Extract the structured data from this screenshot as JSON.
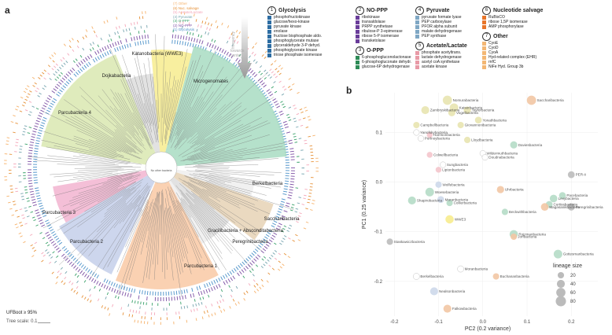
{
  "panel_a": {
    "letter": "a",
    "ring_labels": [
      "(7) Other",
      "(6) Nuc. salvage",
      "(5) Acetate/Lactate",
      "(4) Pyruvate",
      "(3) O-PPP",
      "(2) NO-PPP",
      "(1) Glycolysis"
    ],
    "ring_colors": [
      "#f6b26b",
      "#e69138",
      "#f4a7b9",
      "#76a5af",
      "#38a169",
      "#7b4ea3",
      "#4a90c8"
    ],
    "gradient": {
      "top": "frequency",
      "bottom": "towards center"
    },
    "center_label": "No other bacteria",
    "clades": [
      {
        "name": "Katanobacteria (WWE3)",
        "color": "#f7ec8e"
      },
      {
        "name": "Microgenomates",
        "color": "#a8dcc2"
      },
      {
        "name": "Dojkabacteria",
        "color": "#dddddd"
      },
      {
        "name": "Parcubacteria 4",
        "color": "#d9e8b0"
      },
      {
        "name": "Berkelbacteria",
        "color": "#eeeeee"
      },
      {
        "name": "Saccharibacteria",
        "color": "#e6d2b5"
      },
      {
        "name": "Parcubacteria 3",
        "color": "#f2b4d0"
      },
      {
        "name": "Parcubacteria 2",
        "color": "#c4cfea"
      },
      {
        "name": "Gracilibacteria + Absconditabacteria",
        "color": "#dddddd"
      },
      {
        "name": "Peregrinibacteria",
        "color": "#eeeeee"
      },
      {
        "name": "Parcubacteria 1",
        "color": "#f9c9a5"
      }
    ],
    "ufboot_label": "UFBoot ≥ 95%",
    "scale_label": "Tree scale: 0.1"
  },
  "legend": {
    "groups": [
      {
        "num": "1",
        "title": "Glycolysis",
        "color": "#2d6da3",
        "items": [
          "phosphofructokinase",
          "glucose/hexo-kinase",
          "pyruvate kinase",
          "enolase",
          "fructose bisphosphate aldo.",
          "phosphoglycerate mutase",
          "glyceraldehyde 3-P dehyd.",
          "phosphoglycerate kinase",
          "triose phosphate isomerase"
        ]
      },
      {
        "num": "2",
        "title": "NO-PPP",
        "color": "#6a3d9a",
        "items": [
          "ribokinase",
          "transaldolase",
          "PRPP synthetase",
          "ribulose-P 3-epimerase",
          "ribose 5-P isomerase",
          "transketolase"
        ]
      },
      {
        "num": "3",
        "title": "O-PPP",
        "color": "#2e8b57",
        "items": [
          "6-phosphogluconolactonase",
          "6-phosphogluconate dehydr.",
          "glucose-6P dehydrogenase"
        ]
      },
      {
        "num": "4",
        "title": "Pyruvate",
        "color": "#7fa7c4",
        "items": [
          "pyruvate formate lyase",
          "PEP carboxylase",
          "PFOR alpha subunit",
          "malate dehydrogenase",
          "PEP synthase"
        ]
      },
      {
        "num": "5",
        "title": "Acetate/Lactate",
        "color": "#e89aa6",
        "items": [
          "phosphate acetyltrans.",
          "lactate dehydrogenase",
          "acetyl coA synthetase",
          "acetate kinase"
        ]
      },
      {
        "num": "6",
        "title": "Nucleotide salvage",
        "color": "#e8752a",
        "items": [
          "RuBisCO",
          "ribose 1,5P isomerase",
          "AMP phosphorylase"
        ]
      },
      {
        "num": "7",
        "title": "Other",
        "color": "#f3b774",
        "items": [
          "CyoE",
          "CyoD",
          "CyoA",
          "Hyd-related complex (EHR)",
          "rnfC",
          "NiFe Hyd. Group 3b"
        ]
      }
    ]
  },
  "panel_b": {
    "letter": "b",
    "chart_data": {
      "type": "scatter",
      "title": "",
      "xlabel": "PC2 (0.2 variance)",
      "ylabel": "PC1 (0.25 variance)",
      "xlim": [
        -0.22,
        0.26
      ],
      "ylim": [
        -0.27,
        0.18
      ],
      "xticks": [
        -0.2,
        -0.1,
        0.0,
        0.1,
        0.2
      ],
      "yticks": [
        0.1,
        0.0,
        -0.1,
        -0.2
      ],
      "size_legend_title": "lineage size",
      "size_legend_values": [
        20,
        40,
        60,
        80
      ],
      "points": [
        {
          "name": "Nomurabacteria",
          "x": -0.08,
          "y": 0.165,
          "size": 60,
          "color": "#e8e4b0"
        },
        {
          "name": "Zambryskibacteria",
          "x": -0.13,
          "y": 0.145,
          "size": 40,
          "color": "#e8e4b0"
        },
        {
          "name": "Kaiserbacteria",
          "x": -0.065,
          "y": 0.15,
          "size": 50,
          "color": "#e8e4b0"
        },
        {
          "name": "Vogelbacteria",
          "x": -0.07,
          "y": 0.14,
          "size": 30,
          "color": "#e8e4b0"
        },
        {
          "name": "Taylorbacteria",
          "x": -0.035,
          "y": 0.145,
          "size": 30,
          "color": "#e8e4b0"
        },
        {
          "name": "Saccharibacteria",
          "x": 0.11,
          "y": 0.165,
          "size": 60,
          "color": "#f2c6a4"
        },
        {
          "name": "Yonathbacteria",
          "x": -0.01,
          "y": 0.125,
          "size": 25,
          "color": "#e8e4b0"
        },
        {
          "name": "Campbellbacteria",
          "x": -0.15,
          "y": 0.115,
          "size": 20,
          "color": "#e8e4b0"
        },
        {
          "name": "Giovannonibacteria",
          "x": -0.05,
          "y": 0.115,
          "size": 20,
          "color": "#e8e4b0"
        },
        {
          "name": "Yanofskybacteria",
          "x": -0.15,
          "y": 0.1,
          "size": 15,
          "color": "#ffffff"
        },
        {
          "name": "Harrisonbacteria",
          "x": -0.12,
          "y": 0.095,
          "size": 15,
          "color": "#f4c5cc"
        },
        {
          "name": "Portnoybacteria",
          "x": -0.14,
          "y": 0.088,
          "size": 15,
          "color": "#ffffff"
        },
        {
          "name": "Lloydbacteria",
          "x": -0.035,
          "y": 0.085,
          "size": 20,
          "color": "#e8e4b0"
        },
        {
          "name": "Daviesbacteria",
          "x": 0.07,
          "y": 0.075,
          "size": 30,
          "color": "#b5dcc6"
        },
        {
          "name": "Wildermuthbacteria",
          "x": 0.0,
          "y": 0.058,
          "size": 15,
          "color": "#ffffff"
        },
        {
          "name": "Colwellbacteria",
          "x": -0.12,
          "y": 0.055,
          "size": 15,
          "color": "#f4c5cc"
        },
        {
          "name": "Doudnabacteria",
          "x": 0.005,
          "y": 0.05,
          "size": 15,
          "color": "#ffffff"
        },
        {
          "name": "Sungbacteria",
          "x": -0.09,
          "y": 0.035,
          "size": 15,
          "color": "#ffffff"
        },
        {
          "name": "Liptonbacteria",
          "x": -0.1,
          "y": 0.025,
          "size": 15,
          "color": "#f4c5cc"
        },
        {
          "name": "PER-ii",
          "x": 0.2,
          "y": 0.015,
          "size": 25,
          "color": "#bbbbbb"
        },
        {
          "name": "Wolfebacteria",
          "x": -0.1,
          "y": -0.005,
          "size": 20,
          "color": "#cdd8ea"
        },
        {
          "name": "Uhrbacteria",
          "x": 0.04,
          "y": -0.015,
          "size": 30,
          "color": "#f2c6a4"
        },
        {
          "name": "Woesebacteria",
          "x": -0.12,
          "y": -0.02,
          "size": 50,
          "color": "#b5dcc6"
        },
        {
          "name": "Pacebacteria",
          "x": 0.18,
          "y": -0.027,
          "size": 25,
          "color": "#b5dcc6"
        },
        {
          "name": "Levybacteria",
          "x": 0.16,
          "y": -0.033,
          "size": 35,
          "color": "#b5dcc6"
        },
        {
          "name": "Shapirobacteria",
          "x": -0.16,
          "y": -0.037,
          "size": 40,
          "color": "#b5dcc6"
        },
        {
          "name": "Moranbacteria",
          "x": -0.095,
          "y": -0.035,
          "size": 25,
          "color": "#cdd8ea"
        },
        {
          "name": "Collierbacteria",
          "x": -0.075,
          "y": -0.042,
          "size": 20,
          "color": "#b5dcc6"
        },
        {
          "name": "Curtissbacteria",
          "x": 0.15,
          "y": -0.045,
          "size": 25,
          "color": "#b5dcc6"
        },
        {
          "name": "Magasanikbacteria",
          "x": 0.14,
          "y": -0.05,
          "size": 35,
          "color": "#f2c6a4"
        },
        {
          "name": "Peregrinibacteria",
          "x": 0.2,
          "y": -0.05,
          "size": 30,
          "color": "#bbbbbb"
        },
        {
          "name": "Beckwithbacteria",
          "x": 0.05,
          "y": -0.06,
          "size": 20,
          "color": "#b5dcc6"
        },
        {
          "name": "WWE3",
          "x": -0.075,
          "y": -0.075,
          "size": 45,
          "color": "#f7ec8e"
        },
        {
          "name": "Roizmanbacteria",
          "x": 0.07,
          "y": -0.105,
          "size": 45,
          "color": "#b5dcc6"
        },
        {
          "name": "Jorfbacteria",
          "x": 0.07,
          "y": -0.11,
          "size": 20,
          "color": "#f2c6a4"
        },
        {
          "name": "Staskawiczbacteria",
          "x": -0.21,
          "y": -0.12,
          "size": 20,
          "color": "#bbbbbb"
        },
        {
          "name": "Gottesmanbacteria",
          "x": 0.17,
          "y": -0.145,
          "size": 50,
          "color": "#b5dcc6"
        },
        {
          "name": "Moranbacteria",
          "x": -0.05,
          "y": -0.175,
          "size": 20,
          "color": "#ffffff"
        },
        {
          "name": "Berkelbacteria",
          "x": -0.15,
          "y": -0.19,
          "size": 20,
          "color": "#ffffff"
        },
        {
          "name": "Buchananbacteria",
          "x": 0.03,
          "y": -0.19,
          "size": 20,
          "color": "#f2c6a4"
        },
        {
          "name": "Nealsonbacteria",
          "x": -0.11,
          "y": -0.22,
          "size": 40,
          "color": "#cdd8ea"
        },
        {
          "name": "Falkowbacteria",
          "x": -0.08,
          "y": -0.255,
          "size": 40,
          "color": "#f2c6a4"
        }
      ]
    }
  }
}
